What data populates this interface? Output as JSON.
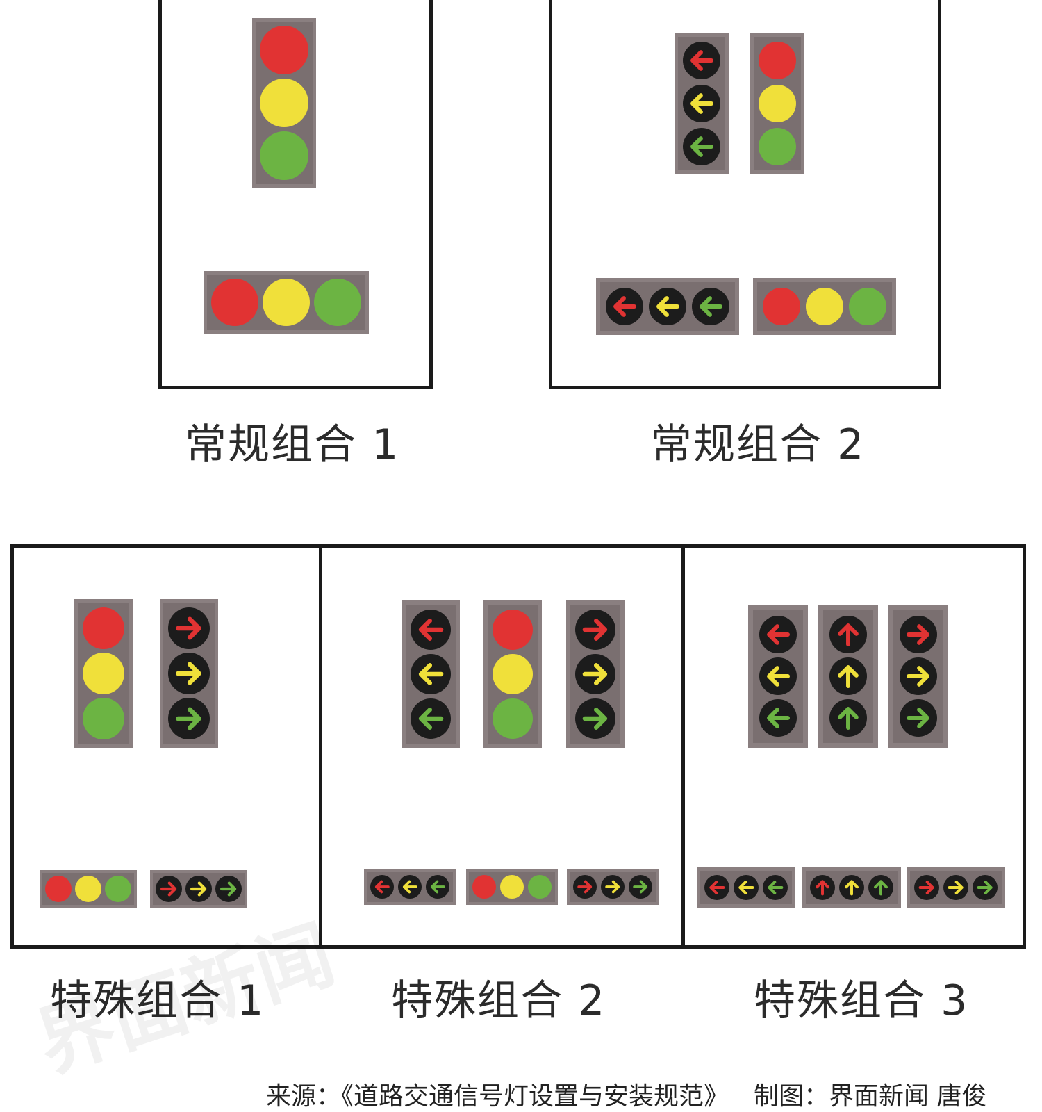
{
  "captions": {
    "regular_1": "常规组合 1",
    "regular_2": "常规组合 2",
    "special_1": "特殊组合 1",
    "special_2": "特殊组合 2",
    "special_3": "特殊组合 3"
  },
  "source_line": {
    "source": "来源：《道路交通信号灯设置与安装规范》",
    "credit": "制图：界面新闻 唐俊"
  },
  "watermark": "界面新闻",
  "colors": {
    "red": "#e13333",
    "yellow": "#f0e03a",
    "green": "#6cb443",
    "housing": "#8a7f80",
    "arrow_lamp_bg": "#1c1c1c"
  },
  "signal_groups": {
    "regular_1": [
      [
        "circle"
      ]
    ],
    "regular_2": [
      [
        "left",
        "circle"
      ]
    ],
    "special_1": [
      [
        "circle",
        "right"
      ]
    ],
    "special_2": [
      [
        "left",
        "circle",
        "right"
      ]
    ],
    "special_3": [
      [
        "left",
        "up",
        "right"
      ]
    ]
  }
}
